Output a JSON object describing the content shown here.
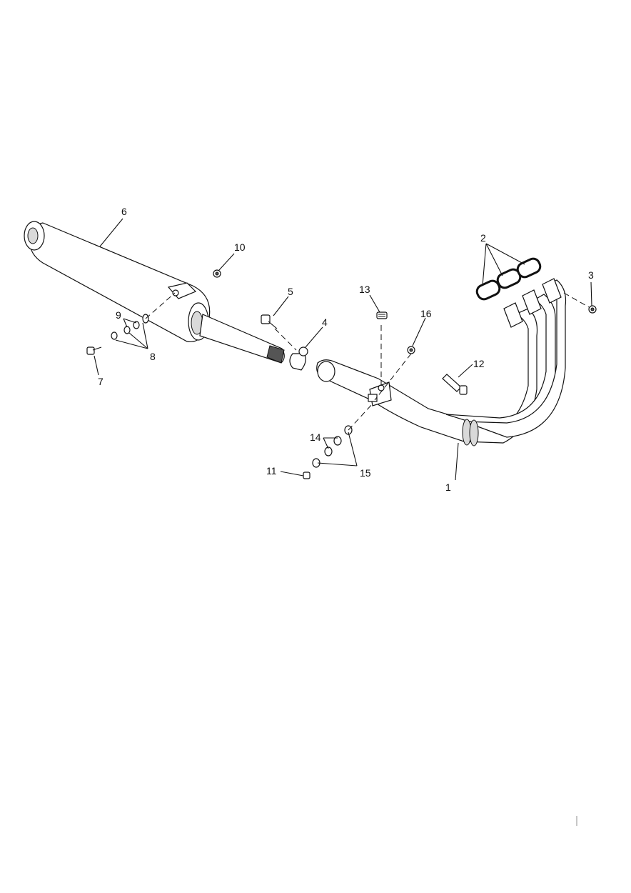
{
  "callouts": {
    "c1": "1",
    "c2": "2",
    "c3": "3",
    "c4": "4",
    "c5": "5",
    "c6": "6",
    "c7": "7",
    "c8": "8",
    "c9": "9",
    "c10": "10",
    "c11": "11",
    "c12": "12",
    "c13": "13",
    "c14": "14",
    "c15": "15",
    "c16": "16"
  },
  "colors": {
    "ink": "#111111",
    "background": "#ffffff",
    "shade": "#d9d9d9"
  }
}
